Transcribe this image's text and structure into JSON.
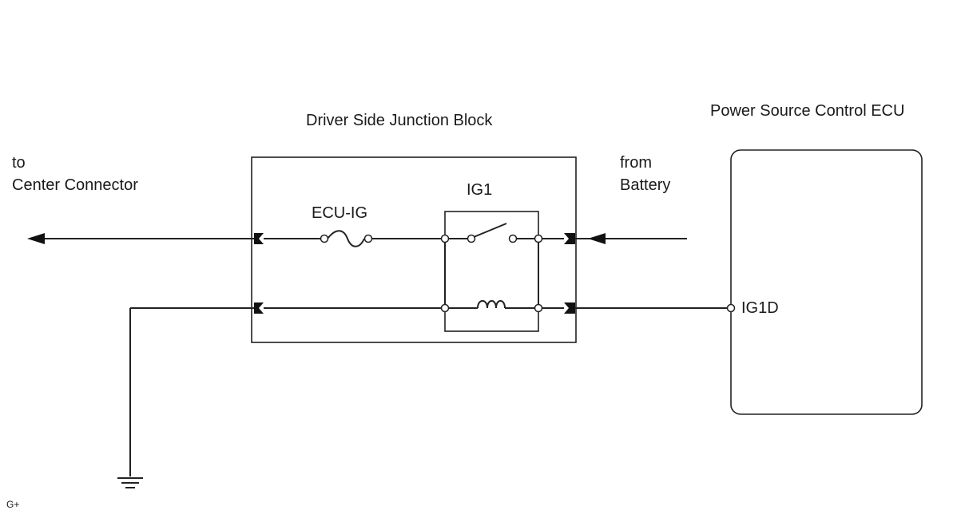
{
  "labels": {
    "junction_block": "Driver Side Junction Block",
    "power_ecu": "Power Source Control ECU",
    "to_line1": "to",
    "to_line2": "Center Connector",
    "from_line1": "from",
    "from_line2": "Battery",
    "fuse": "ECU-IG",
    "relay": "IG1",
    "ecu_terminal": "IG1D",
    "figure_code": "G+"
  }
}
